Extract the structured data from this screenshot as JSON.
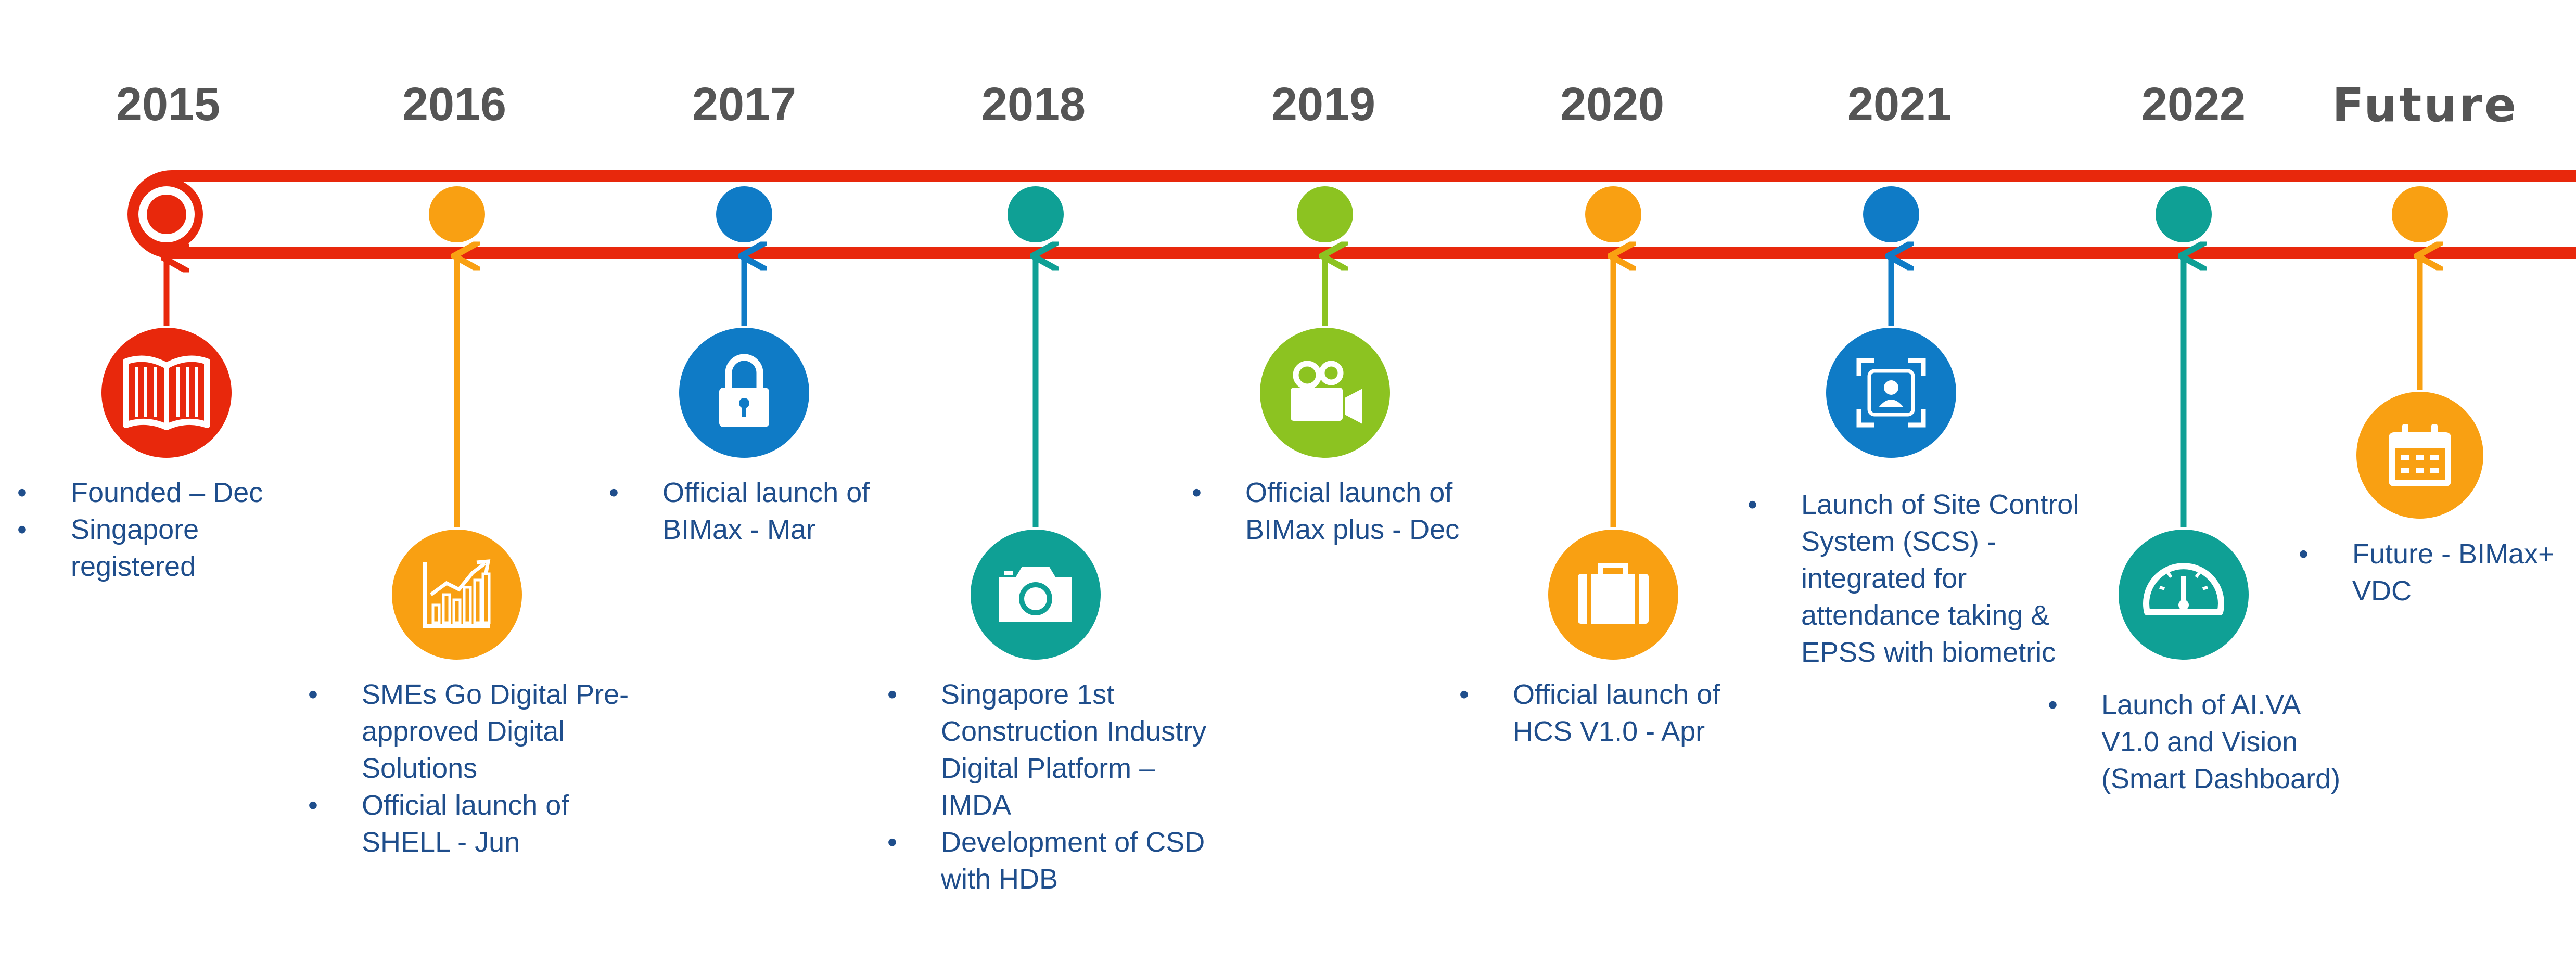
{
  "colors": {
    "band": "#e8280c",
    "red": "#e8280c",
    "orange": "#f9a012",
    "blue": "#0f7bc6",
    "teal": "#0fa095",
    "green": "#8cc321",
    "year_text": "#555555",
    "note_text": "#1f4e8c"
  },
  "milestones": [
    {
      "year": "2015",
      "color": "red",
      "icon": "book-icon",
      "notes": [
        "Founded – Dec",
        "Singapore registered"
      ]
    },
    {
      "year": "2016",
      "color": "orange",
      "icon": "growth-chart-icon",
      "notes": [
        "SMEs Go Digital Pre-approved Digital Solutions",
        "Official launch of SHELL - Jun"
      ]
    },
    {
      "year": "2017",
      "color": "blue",
      "icon": "lock-icon",
      "notes": [
        "Official launch of BIMax - Mar"
      ]
    },
    {
      "year": "2018",
      "color": "teal",
      "icon": "camera-icon",
      "notes": [
        "Singapore 1st Construction Industry Digital Platform – IMDA",
        "Development of CSD with HDB"
      ]
    },
    {
      "year": "2019",
      "color": "green",
      "icon": "video-camera-icon",
      "notes": [
        "Official launch of BIMax plus - Dec"
      ]
    },
    {
      "year": "2020",
      "color": "orange",
      "icon": "briefcase-icon",
      "notes": [
        "Official launch of HCS V1.0 - Apr"
      ]
    },
    {
      "year": "2021",
      "color": "blue",
      "icon": "face-scan-icon",
      "notes": [
        "Launch of Site Control System (SCS) - integrated for attendance taking & EPSS with biometric"
      ]
    },
    {
      "year": "2022",
      "color": "teal",
      "icon": "gauge-icon",
      "notes": [
        "Launch of AI.VA V1.0 and Vision (Smart Dashboard)"
      ]
    },
    {
      "year": "Future",
      "color": "orange",
      "icon": "calendar-icon",
      "notes": [
        "Future - BIMax+ VDC"
      ]
    }
  ]
}
